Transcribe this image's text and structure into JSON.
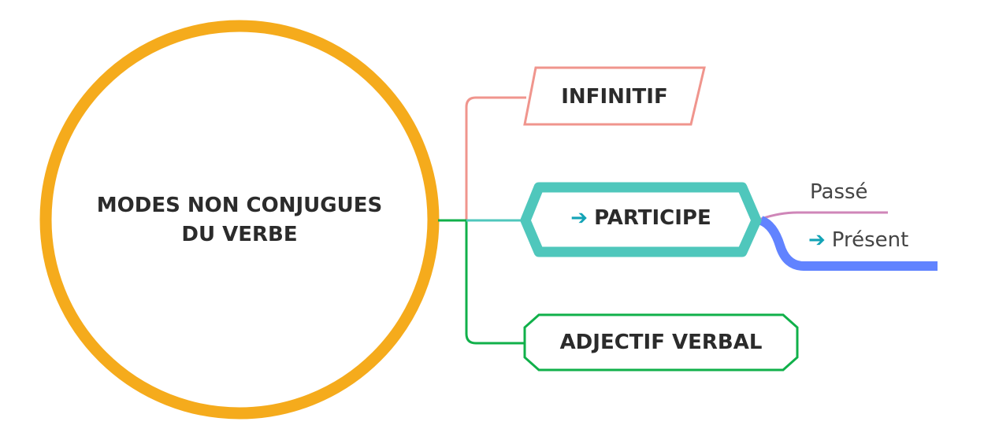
{
  "central": {
    "line1": "MODES NON CONJUGUES",
    "line2": "DU VERBE"
  },
  "branches": [
    {
      "label": "INFINITIF"
    },
    {
      "label": "PARTICIPE",
      "icon": "arrow-right-icon",
      "children": [
        {
          "label": "Passé"
        },
        {
          "label": "Présent",
          "icon": "arrow-right-icon"
        }
      ]
    },
    {
      "label": "ADJECTIF VERBAL"
    }
  ],
  "colors": {
    "central": "#F5AB1C",
    "infinitif": "#F0958D",
    "participe": "#4FC7BC",
    "adjectif": "#10B04A",
    "passe": "#CF86B8",
    "present": "#6183FF",
    "arrow": "#13A3B6"
  },
  "arrow_glyph": "➔"
}
